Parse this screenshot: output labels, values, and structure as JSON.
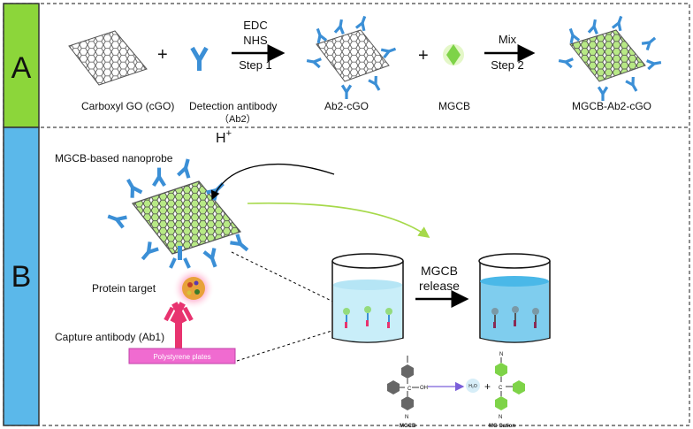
{
  "panels": {
    "a": {
      "label": "A",
      "step1_top": "EDC",
      "step1_mid": "NHS",
      "step1_bottom": "Step 1",
      "step2_top": "Mix",
      "step2_bottom": "Step 2",
      "cgo_label": "Carboxyl GO (cGO)",
      "antibody_label": "Detection antibody",
      "antibody_sub": "（Ab2）",
      "ab2cgo_label": "Ab2-cGO",
      "mgcb_label": "MGCB",
      "probe_label": "MGCB-Ab2-cGO",
      "plus": "+"
    },
    "b": {
      "label": "B",
      "nanoprobe_label": "MGCB-based nanoprobe",
      "proton": "H",
      "proton_sup": "+",
      "protein_label": "Protein target",
      "capture_label": "Capture antibody (Ab1)",
      "plate_label": "Polystyrene plates",
      "release_top": "MGCB",
      "release_bottom": "release",
      "mgcb_small": "MGCB",
      "water_small": "H₂O",
      "plus": "+",
      "cation_small": "MG Cation",
      "oh_small": "OH",
      "c_small": "C",
      "n_small": "N"
    }
  },
  "colors": {
    "panel_a": "#8cd63a",
    "panel_b": "#5bb8ea",
    "antibody": "#3b8fd6",
    "capture": "#e8336f",
    "mgcb": "#7ed348",
    "plate": "#f06bd0",
    "liquid_light": "#c9eef9",
    "liquid_dark": "#4ab8e8"
  }
}
